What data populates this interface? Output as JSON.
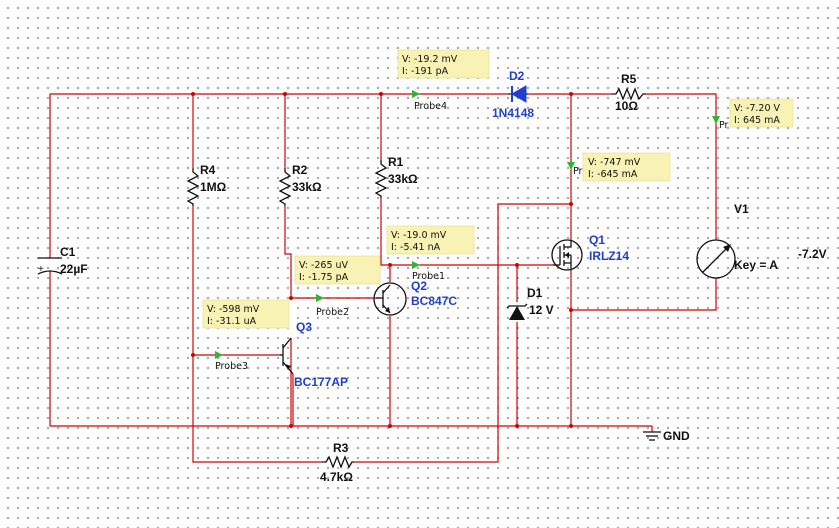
{
  "components": {
    "c1": {
      "ref": "C1",
      "value": "22µF",
      "polarity": "+"
    },
    "r4": {
      "ref": "R4",
      "value": "1MΩ"
    },
    "r2": {
      "ref": "R2",
      "value": "33kΩ"
    },
    "r1": {
      "ref": "R1",
      "value": "33kΩ"
    },
    "r3": {
      "ref": "R3",
      "value": "4.7kΩ"
    },
    "r5": {
      "ref": "R5",
      "value": "10Ω"
    },
    "d2": {
      "ref": "D2",
      "value": "1N4148"
    },
    "d1": {
      "ref": "D1",
      "value": "12 V"
    },
    "q1": {
      "ref": "Q1",
      "value": "IRLZ14"
    },
    "q2": {
      "ref": "Q2",
      "value": "BC847C"
    },
    "q3": {
      "ref": "Q3",
      "value": "BC177AP"
    },
    "v1": {
      "ref": "V1",
      "key": "Key = A",
      "reading": "-7.2V"
    },
    "gnd": {
      "label": "GND"
    }
  },
  "probes": {
    "probe4": {
      "name": "Probe4",
      "v": "V: -19.2 mV",
      "i": "I: -191 pA"
    },
    "probe1": {
      "name": "Probe1",
      "v": "V: -19.0 mV",
      "i": "I: -5.41 nA"
    },
    "probe2": {
      "name": "Probe2",
      "v": "V: -265 uV",
      "i": "I: -1.75 pA"
    },
    "probe3": {
      "name": "Probe3",
      "v": "V: -598 mV",
      "i": "I: -31.1 uA"
    },
    "pr_q1": {
      "name": "Pr",
      "v": "V: -747 mV",
      "i": "I: -645 mA"
    },
    "pr_v1": {
      "name": "Pr",
      "v": "V: -7.20 V",
      "i": "I: 645 mA"
    }
  },
  "colors": {
    "wire": "#d20000",
    "component_label": "#111111",
    "part_label": "#1f3fd0",
    "probe_box": "#f8f2b4",
    "probe_arrow": "#2fb52f",
    "grid_dot": "#8a8a8a"
  }
}
